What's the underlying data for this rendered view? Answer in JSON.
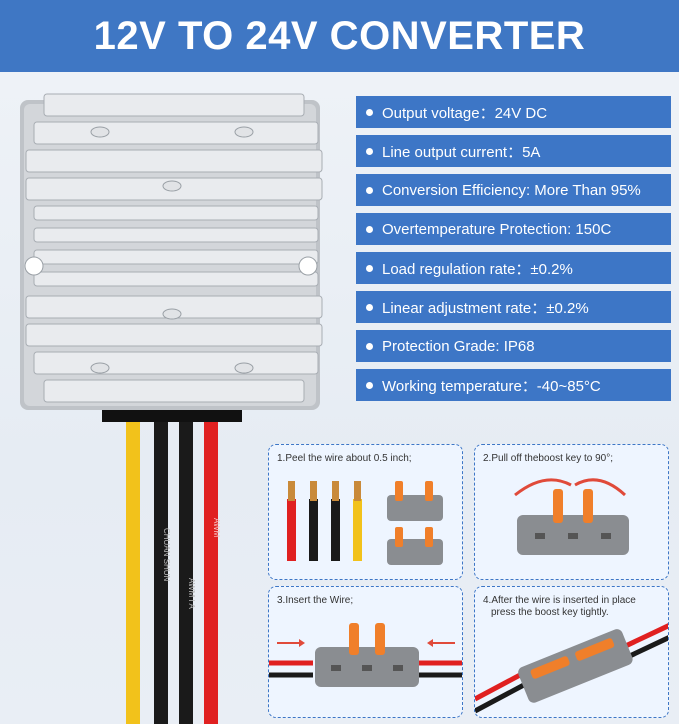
{
  "banner": {
    "title": "12V TO 24V CONVERTER"
  },
  "specs": [
    "Output voltage：24V DC",
    "Line output current：5A",
    "Conversion Efficiency: More Than 95%",
    "Overtemperature Protection: 150C",
    "Load regulation rate：±0.2%",
    "Linear adjustment rate：±0.2%",
    "Protection Grade: IP68",
    "Working temperature：-40~85°C"
  ],
  "steps": {
    "step1": "1.Peel the wire about 0.5 inch;",
    "step2": "2.Pull off theboost key to 90°;",
    "step3": "3.Insert the Wire;",
    "step4_line1": "4.After the wire is inserted in place",
    "step4_line2": "press the boost key tightly."
  },
  "wire_print": {
    "left": "CHUAN SHUN",
    "mid": "AWM I A",
    "right": "AWM"
  },
  "colors": {
    "banner": "#3f77c4",
    "spec_bar": "#3d76c6",
    "aluminum": "#c9ccd0",
    "wire_red": "#e02020",
    "wire_black": "#1a1a1a",
    "wire_yellow": "#f2c21b",
    "connector_gray": "#8a8d91",
    "connector_orange": "#f07f2a"
  }
}
